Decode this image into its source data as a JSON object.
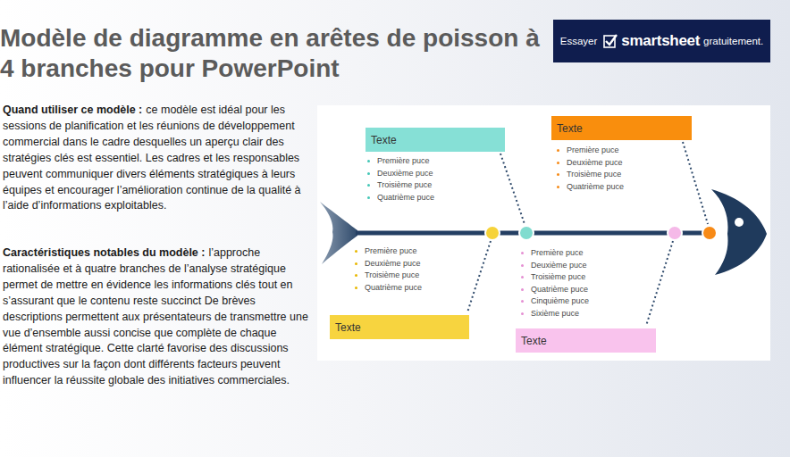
{
  "diagram": {
    "title": "Modèle de diagramme en arêtes de poisson à 4 branches pour PowerPoint",
    "nodes": [
      {
        "text": [
          "Essayer",
          "smartsheet",
          "gratuitement."
        ]
      },
      {
        "text": [
          "Texte"
        ]
      },
      {
        "text": [
          "Texte"
        ]
      },
      {
        "text": [
          "Texte"
        ]
      },
      {
        "text": [
          "Texte"
        ]
      }
    ],
    "labels": [
      "Quand utiliser ce modèle :",
      "ce modèle est idéal pour les sessions de planification et les réunions de développement commercial dans le cadre desquelles un aperçu clair des stratégies clés est essentiel. Les cadres et les responsables peuvent communiquer divers éléments stratégiques à leurs équipes et encourager l’amélioration continue de la qualité à l’aide d’informations exploitables.",
      "Caractéristiques notables du modèle :",
      "l’approche rationalisée et à quatre branches de l’analyse stratégique permet de mettre en évidence les informations clés tout en s’assurant que le contenu reste succinct De brèves descriptions permettent aux présentateurs de transmettre une vue d’ensemble aussi concise que complète de chaque élément stratégique. Cette clarté favorise des discussions productives sur la façon dont différents facteurs peuvent influencer la réussite globale des initiatives commerciales.",
      "Première puce",
      "Deuxième puce",
      "Troisième puce",
      "Quatrième puce",
      "Première puce",
      "Deuxième puce",
      "Troisième puce",
      "Quatrième puce",
      "Première puce",
      "Deuxième puce",
      "Troisième puce",
      "Quatrième puce",
      "Première puce",
      "Deuxième puce",
      "Troisième puce",
      "Quatrième puce",
      "Cinquième puce",
      "Sixième puce"
    ]
  }
}
